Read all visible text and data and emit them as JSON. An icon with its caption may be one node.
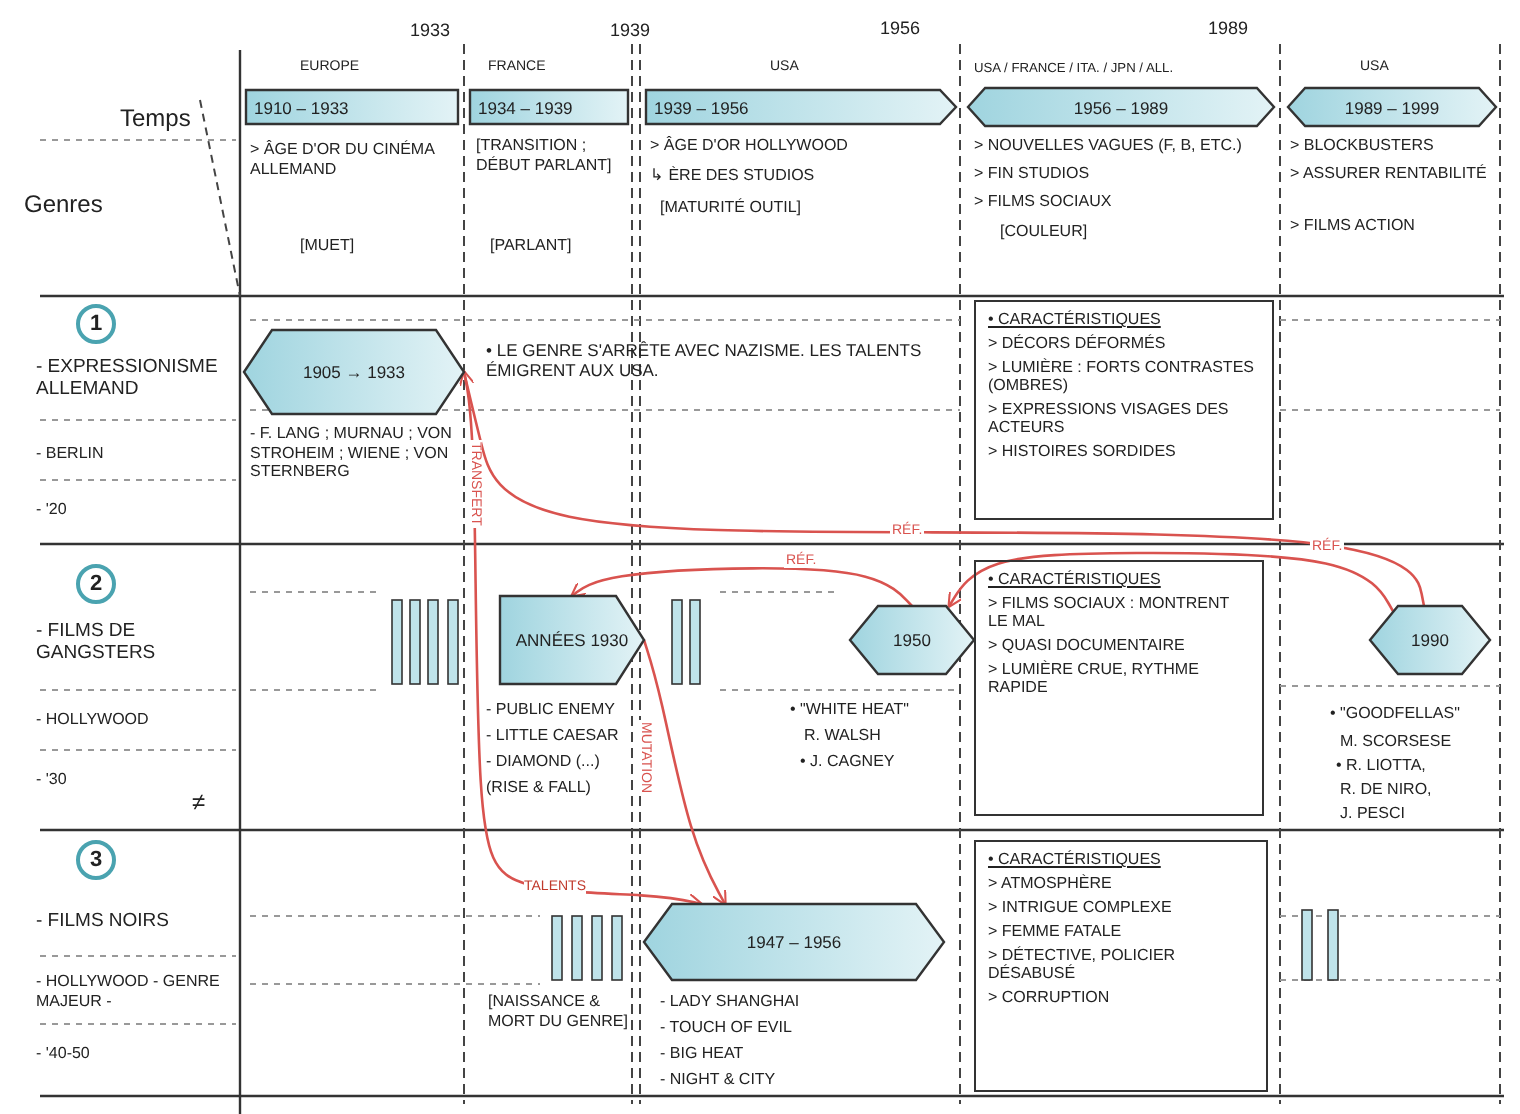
{
  "diagram": {
    "nodes": [
      {
        "text": [
          "1910 – 1933"
        ]
      },
      {
        "text": [
          "1934 – 1939"
        ]
      },
      {
        "text": [
          "1939 – 1956"
        ]
      },
      {
        "text": [
          "1956 – 1989"
        ]
      },
      {
        "text": [
          "1989 – 1999"
        ]
      },
      {
        "text": [
          "1905 → 1933"
        ]
      },
      {
        "text": [
          "ANNÉES 1930"
        ]
      },
      {
        "text": [
          "1950"
        ]
      },
      {
        "text": [
          "1990"
        ]
      },
      {
        "text": [
          "1947 – 1956"
        ]
      },
      {
        "text": [
          "• CARACTÉRISTIQUES",
          "> DÉCORS DÉFORMÉS",
          "> LUMIÈRE : FORTS CONTRASTES (OMBRES)",
          "> EXPRESSIONS VISAGES DES ACTEURS",
          "> HISTOIRES SORDIDES"
        ]
      },
      {
        "text": [
          "• CARACTÉRISTIQUES",
          "> FILMS SOCIAUX : MONTRENT LE MAL",
          "> QUASI DOCUMENTAIRE",
          "> LUMIÈRE CRUE, RYTHME RAPIDE"
        ]
      },
      {
        "text": [
          "• CARACTÉRISTIQUES",
          "> ATMOSPHÈRE",
          "> INTRIGUE COMPLEXE",
          "> FEMME FATALE",
          "> DÉTECTIVE, POLICIER DÉSABUSÉ",
          "> CORRUPTION"
        ]
      }
    ],
    "edges": [
      {
        "from": 5,
        "to": 9,
        "arrow": "to",
        "label": "TRANSFERT",
        "color": "#d9534f"
      },
      {
        "from": 6,
        "to": 9,
        "arrow": "to",
        "label": "MUTATION",
        "color": "#d9534f"
      },
      {
        "from": 8,
        "to": 5,
        "arrow": "to",
        "label": "RÉF.",
        "color": "#d9534f"
      },
      {
        "from": 7,
        "to": 6,
        "arrow": "to",
        "label": "RÉF.",
        "color": "#d9534f"
      },
      {
        "from": 8,
        "to": 7,
        "arrow": "to",
        "label": "RÉF.",
        "color": "#d9534f"
      }
    ],
    "labels": [
      "1933",
      "1939",
      "1956",
      "1989",
      "EUROPE",
      "FRANCE",
      "USA",
      "USA / FRANCE / ITA. / JPN / ALL.",
      "USA",
      "Temps",
      "Genres",
      "> ÂGE D'OR DU CINÉMA ALLEMAND",
      "[MUET]",
      "[TRANSITION ; DÉBUT PARLANT]",
      "[PARLANT]",
      "> ÂGE D'OR HOLLYWOOD",
      "↳ ÈRE DES STUDIOS",
      "[MATURITÉ OUTIL]",
      "> NOUVELLES VAGUES (F, B, ETC.)",
      "> FIN STUDIOS",
      "> FILMS SOCIAUX",
      "[COULEUR]",
      "> BLOCKBUSTERS",
      "> ASSURER RENTABILITÉ",
      "> FILMS ACTION",
      "1",
      "- EXPRESSIONISME ALLEMAND",
      "- BERLIN",
      "- '20",
      "- F. LANG ; MURNAU ; VON STROHEIM ; WIENE ; VON STERNBERG",
      "• LE GENRE S'ARRÊTE AVEC NAZISME. LES TALENTS ÉMIGRENT AUX USA.",
      "2",
      "- FILMS DE GANGSTERS",
      "- HOLLYWOOD",
      "- '30",
      "≠",
      "- PUBLIC ENEMY",
      "- LITTLE CAESAR",
      "- DIAMOND (...)",
      "(RISE & FALL)",
      "• \"WHITE HEAT\"",
      "R. WALSH",
      "• J. CAGNEY",
      "• \"GOODFELLAS\"",
      "M. SCORSESE",
      "• R. LIOTTA,",
      "R. DE NIRO,",
      "J. PESCI",
      "3",
      "- FILMS NOIRS",
      "- HOLLYWOOD - GENRE MAJEUR -",
      "- '40-50",
      "[NAISSANCE & MORT DU GENRE]",
      "- LADY SHANGHAI",
      "- TOUCH OF EVIL",
      "- BIG HEAT",
      "- NIGHT & CITY",
      "TALENTS"
    ]
  }
}
